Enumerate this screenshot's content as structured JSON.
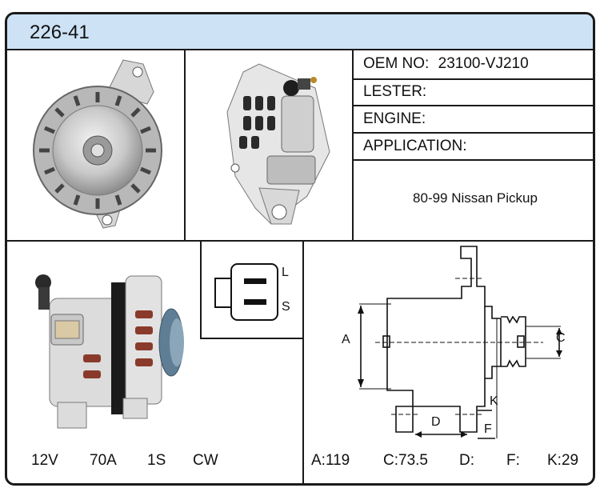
{
  "part_code": "226-41",
  "info": {
    "oem_label": "OEM NO:",
    "oem_value": "23100-VJ210",
    "lester_label": "LESTER:",
    "lester_value": "",
    "engine_label": "ENGINE:",
    "engine_value": "",
    "application_label": "APPLICATION:",
    "application_value": "80-99 Nissan Pickup"
  },
  "plug": {
    "pin_top": "L",
    "pin_bottom": "S"
  },
  "specs": {
    "voltage": "12V",
    "amperage": "70A",
    "groove": "1S",
    "rotation": "CW"
  },
  "diagram_labels": {
    "a": "A",
    "c": "C",
    "d": "D",
    "f": "F",
    "k": "K"
  },
  "dimensions": {
    "a": "A:119",
    "c": "C:73.5",
    "d": "D:",
    "f": "F:",
    "k": "K:29"
  },
  "icons": [
    "alternator-front-photo",
    "alternator-back-photo",
    "alternator-side-photo",
    "plug-connector-icon",
    "dimension-drawing"
  ],
  "colors": {
    "header_bg": "#cde2f5",
    "border": "#1a1a1a"
  }
}
